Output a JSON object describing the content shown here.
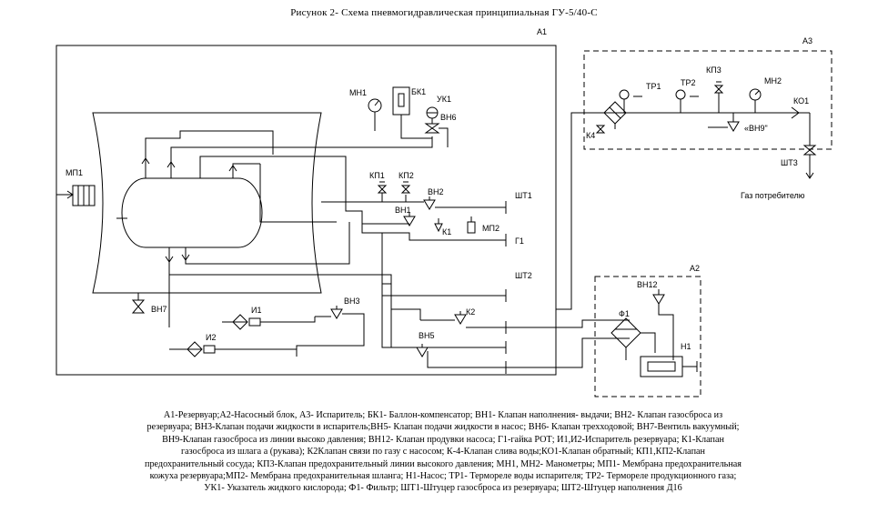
{
  "title": "Рисунок 2- Схема пневмогидравлическая принципиальная ГУ-5/40-С",
  "blocks": {
    "a1": "А1",
    "a2": "А2",
    "a3": "А3"
  },
  "labels": {
    "mp1": "МП1",
    "vn7": "ВН7",
    "mn1": "МН1",
    "bk1": "БК1",
    "uk1": "УК1",
    "vn6": "ВН6",
    "kp1": "КП1",
    "kp2": "КП2",
    "vn2": "ВН2",
    "vn1": "ВН1",
    "k1": "К1",
    "mp2": "МП2",
    "sht1": "ШТ1",
    "g1": "Г1",
    "sht2": "ШТ2",
    "vn3": "ВН3",
    "i1": "И1",
    "i2": "И2",
    "k2": "К2",
    "vn5": "ВН5",
    "vn12": "ВН12",
    "f1": "Ф1",
    "n1": "Н1",
    "tr1": "ТР1",
    "tr2": "ТР2",
    "kp3": "КП3",
    "mn2": "МН2",
    "ko1": "КО1",
    "k4": "К4",
    "vn9": "«ВН9\"",
    "sht3": "ШТ3",
    "gas_out": "Газ потребителю"
  },
  "legend": [
    "А1-Резервуар;А2-Насосный блок, А3- Испаритель; БК1- Баллон-компенсатор; ВН1- Клапан наполнения- выдачи; ВН2- Клапан газосброса из",
    "резервуара; ВН3-Клапан подачи жидкости в испаритель;ВН5- Клапан подачи жидкости в насос; ВН6- Клапан трехходовой; ВН7-Вентиль вакуумный;",
    "ВН9-Клапан газосброса из линии высоко давления; ВН12- Клапан продувки насоса; Г1-гайка РОТ; И1,И2-Испаритель резервуара; К1-Клапан",
    "газосброса из шлага а (рукава); К2Клапан связи по газу с насосом; К-4-Клапан слива воды;КО1-Клапан обратный; КП1,КП2-Клапан",
    "предохранительный сосуда; КП3-Клапан предохранительный линии высокого давления; МН1, МН2- Манометры; МП1- Мембрана предохранительная",
    "кожуха резервуара;МП2- Мембрана предохранительная шланга; Н1-Насос; ТР1- Термореле воды испарителя; ТР2- Термореле продукционного газа;",
    "УК1- Указатель жидкого кислорода; Ф1- Фильтр; ШТ1-Штуцер газосброса из резервуара; ШТ2-Штуцер наполнения Д16"
  ]
}
